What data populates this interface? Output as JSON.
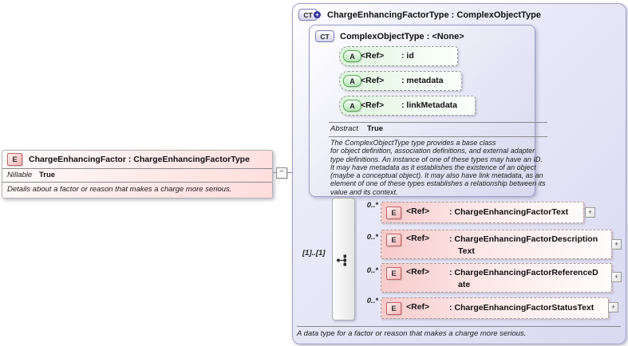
{
  "left_element": {
    "badge": "E",
    "title": "ChargeEnhancingFactor : ChargeEnhancingFactorType",
    "property_name": "Nillable",
    "property_value": "True",
    "annotation": "Details about a factor or reason that makes a charge more serious.",
    "collapse_glyph": "−"
  },
  "outer_type": {
    "badge": "CT",
    "badge_plus": "+",
    "title": "ChargeEnhancingFactorType : ComplexObjectType",
    "annotation": "A data type for a factor or reason that makes a charge more serious.",
    "base_type": {
      "badge": "CT",
      "title": "ComplexObjectType : <None>",
      "attributes": [
        {
          "badge": "A",
          "ref": "<Ref>",
          "name": ": id"
        },
        {
          "badge": "A",
          "ref": "<Ref>",
          "name": ": metadata"
        },
        {
          "badge": "A",
          "ref": "<Ref>",
          "name": ": linkMetadata"
        }
      ],
      "property_name": "Abstract",
      "property_value": "True",
      "annotation_lines": [
        "The ComplexObjectType type provides a base class",
        "for object definition, association definitions, and external adapter",
        "type definitions. An instance of one of these types may have an ID.",
        "It may have metadata as it establishes the existence of an object",
        "(maybe a conceptual object). It may also have link metadata, as an",
        "element of one of these types establishes a relationship between its",
        "value and its context."
      ]
    },
    "sequence": {
      "cardinality": "[1]..[1]",
      "elements": [
        {
          "badge": "E",
          "ref": "<Ref>",
          "occurs": "0..*",
          "name_line1": ": ChargeEnhancingFactorText",
          "name_line2": "",
          "expand_glyph": "+"
        },
        {
          "badge": "E",
          "ref": "<Ref>",
          "occurs": "0..*",
          "name_line1": ": ChargeEnhancingFactorDescription",
          "name_line2": "Text",
          "expand_glyph": "+"
        },
        {
          "badge": "E",
          "ref": "<Ref>",
          "occurs": "0..*",
          "name_line1": ": ChargeEnhancingFactorReferenceD",
          "name_line2": "ate",
          "expand_glyph": "+"
        },
        {
          "badge": "E",
          "ref": "<Ref>",
          "occurs": "0..*",
          "name_line1": ": ChargeEnhancingFactorStatusText",
          "name_line2": "",
          "expand_glyph": "+"
        }
      ]
    }
  }
}
